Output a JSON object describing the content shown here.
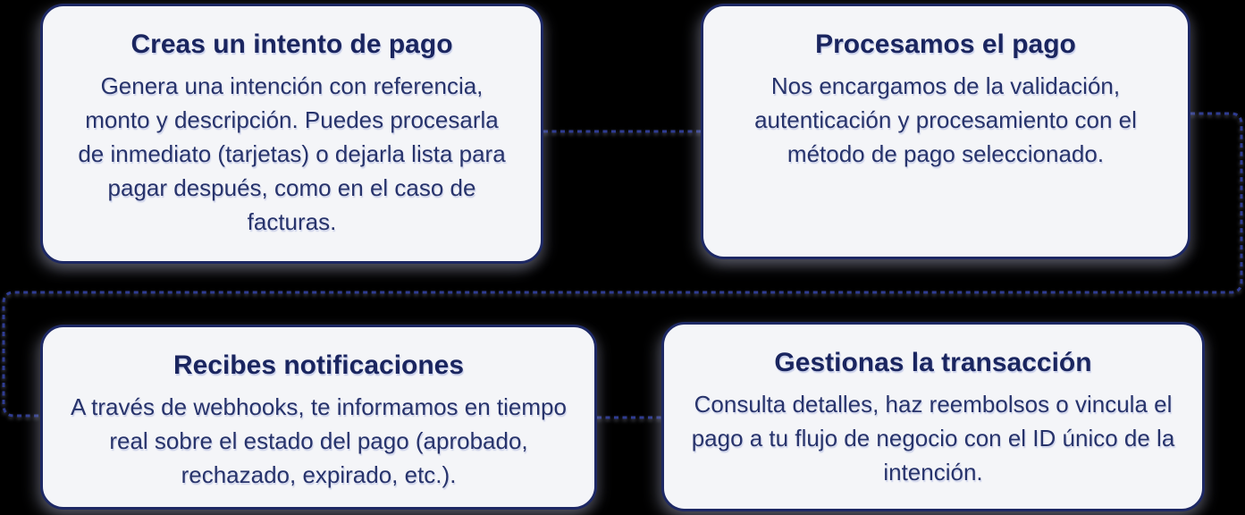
{
  "colors": {
    "page_bg": "#000000",
    "card_bg": "#f4f5f8",
    "border_color": "#1d2864",
    "title_color": "#1a255f",
    "body_color": "#27336b",
    "connector_color": "#2f3c92"
  },
  "steps": [
    {
      "title": "Creas un intento de pago",
      "body": "Genera una intención con referencia, monto y descripción. Puedes procesarla de inmediato (tarjetas) o dejarla lista para pagar después, como en el caso de facturas."
    },
    {
      "title": "Procesamos el pago",
      "body": "Nos encargamos de la validación, autenticación y procesamiento con el método de pago seleccionado."
    },
    {
      "title": "Recibes notificaciones",
      "body": "A través de webhooks, te informamos en tiempo real sobre el estado del pago (aprobado, rechazado, expirado, etc.)."
    },
    {
      "title": "Gestionas la transacción",
      "body": "Consulta detalles, haz reembolsos o vincula el pago a tu flujo de negocio con el ID único de la intención."
    }
  ]
}
